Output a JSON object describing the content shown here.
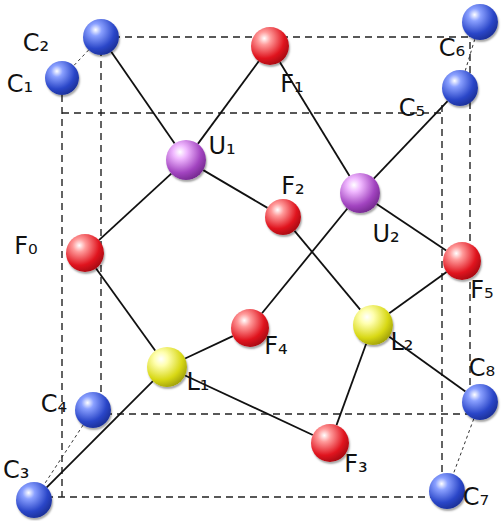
{
  "diagram": {
    "nodes": [
      {
        "text": [
          "C₂"
        ]
      },
      {
        "text": [
          "C₆"
        ]
      },
      {
        "text": [
          "C₁"
        ]
      },
      {
        "text": [
          "F₁"
        ]
      },
      {
        "text": [
          "C₅"
        ]
      },
      {
        "text": [
          "U₁"
        ]
      },
      {
        "text": [
          "F₂"
        ]
      },
      {
        "text": [
          "U₂"
        ]
      },
      {
        "text": [
          "F₀"
        ]
      },
      {
        "text": [
          "F₅"
        ]
      },
      {
        "text": [
          "F₄"
        ]
      },
      {
        "text": [
          "L₂"
        ]
      },
      {
        "text": [
          "L₁"
        ]
      },
      {
        "text": [
          "C₄"
        ]
      },
      {
        "text": [
          "C₈"
        ]
      },
      {
        "text": [
          "F₃"
        ]
      },
      {
        "text": [
          "C₃"
        ]
      },
      {
        "text": [
          "C₇"
        ]
      }
    ],
    "edges": [
      {
        "from": 0,
        "to": 5,
        "arrow": "none"
      },
      {
        "from": 5,
        "to": 3,
        "arrow": "none"
      },
      {
        "from": 5,
        "to": 8,
        "arrow": "none"
      },
      {
        "from": 5,
        "to": 6,
        "arrow": "none"
      },
      {
        "from": 3,
        "to": 7,
        "arrow": "none"
      },
      {
        "from": 7,
        "to": 4,
        "arrow": "none"
      },
      {
        "from": 7,
        "to": 9,
        "arrow": "none"
      },
      {
        "from": 7,
        "to": 10,
        "arrow": "none"
      },
      {
        "from": 6,
        "to": 11,
        "arrow": "none"
      },
      {
        "from": 9,
        "to": 11,
        "arrow": "none"
      },
      {
        "from": 10,
        "to": 12,
        "arrow": "none"
      },
      {
        "from": 8,
        "to": 12,
        "arrow": "none"
      },
      {
        "from": 12,
        "to": 15,
        "arrow": "none"
      },
      {
        "from": 12,
        "to": 16,
        "arrow": "none"
      },
      {
        "from": 11,
        "to": 15,
        "arrow": "none"
      },
      {
        "from": 11,
        "to": 14,
        "arrow": "none"
      }
    ]
  }
}
